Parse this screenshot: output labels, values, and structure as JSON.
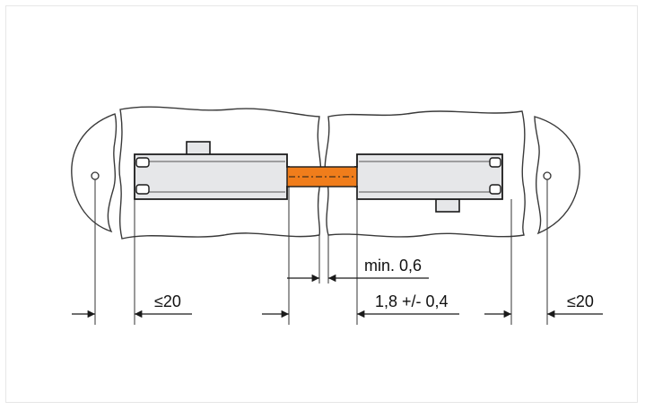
{
  "labels": {
    "left_max": "≤20",
    "right_max": "≤20",
    "gap_min": "min. 0,6",
    "length": "1,8 +/- 0,4"
  },
  "colors": {
    "body_fill": "#e6e7e9",
    "body_stroke": "#1a1a1a",
    "outline_stroke": "#3a3a3a",
    "connector": "#f07d1b"
  }
}
